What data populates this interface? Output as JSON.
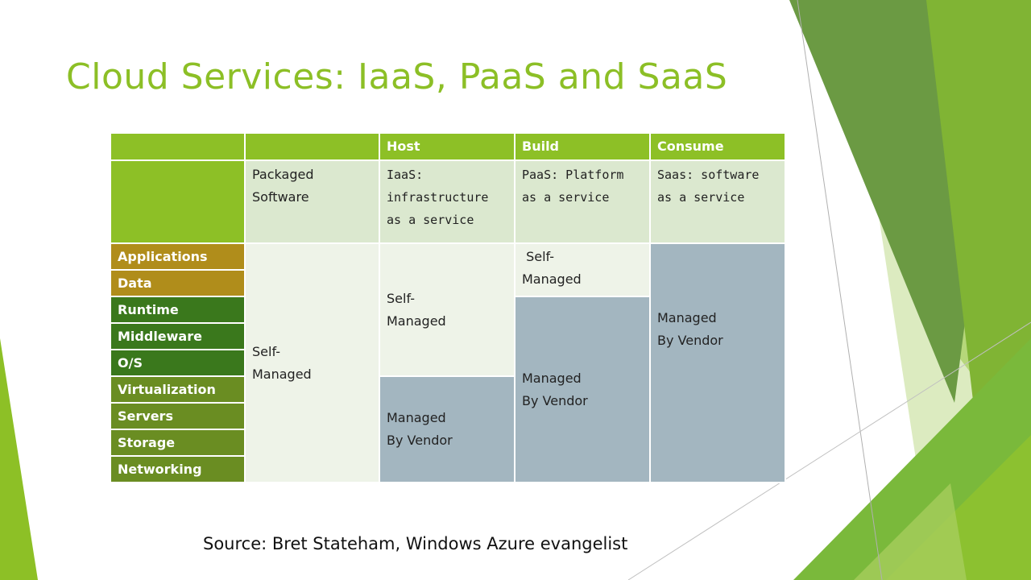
{
  "slide": {
    "title": "Cloud Services: IaaS, PaaS and SaaS",
    "source": "Source: Bret Stateham, Windows Azure evangelist"
  },
  "table": {
    "headers": [
      "",
      "",
      "Host",
      "Build",
      "Consume"
    ],
    "descriptions": [
      [
        "Packaged",
        "Software"
      ],
      [
        "IaaS:",
        "infrastructure",
        "as a service"
      ],
      [
        "PaaS: Platform",
        "as a service"
      ],
      [
        "Saas: software",
        "as a service"
      ]
    ],
    "layers": [
      "Applications",
      "Data",
      "Runtime",
      "Middleware",
      "O/S",
      "Virtualization",
      "Servers",
      "Storage",
      "Networking"
    ],
    "packaged_cell": [
      "Self-",
      "Managed"
    ],
    "iaas_self": [
      "Self-",
      "Managed"
    ],
    "iaas_vendor": [
      "Managed",
      "By Vendor"
    ],
    "paas_self": [
      " Self-",
      "Managed"
    ],
    "paas_vendor": [
      "Managed",
      "By Vendor"
    ],
    "saas_vendor": [
      "Managed",
      "By Vendor"
    ]
  },
  "colors": {
    "accent_green": "#8dc026",
    "title_green": "#8cbf26",
    "light_green": "#dbe8cf",
    "pale_green": "#eef3e8",
    "vendor_blue_gray": "#a3b6c0",
    "gold": "#b08d1b",
    "dark_green": "#3a781c",
    "olive_green": "#6a8d22"
  }
}
